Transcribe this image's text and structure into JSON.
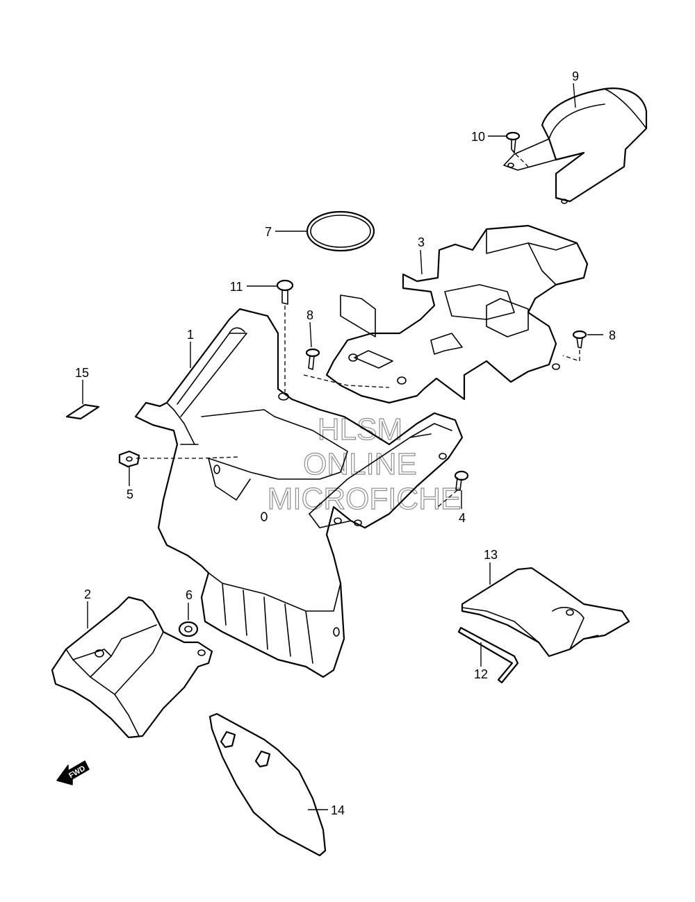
{
  "callouts": {
    "c1": "1",
    "c2": "2",
    "c3": "3",
    "c4": "4",
    "c5": "5",
    "c6": "6",
    "c7": "7",
    "c8a": "8",
    "c8b": "8",
    "c9": "9",
    "c10": "10",
    "c11": "11",
    "c12": "12",
    "c13": "13",
    "c14": "14",
    "c15": "15"
  },
  "watermark": {
    "line1": "HLSM",
    "line2": "ONLINE",
    "line3": "MICROFICHE"
  },
  "fwd_label": "FWD",
  "colors": {
    "ink": "#000000",
    "paper": "#ffffff"
  }
}
